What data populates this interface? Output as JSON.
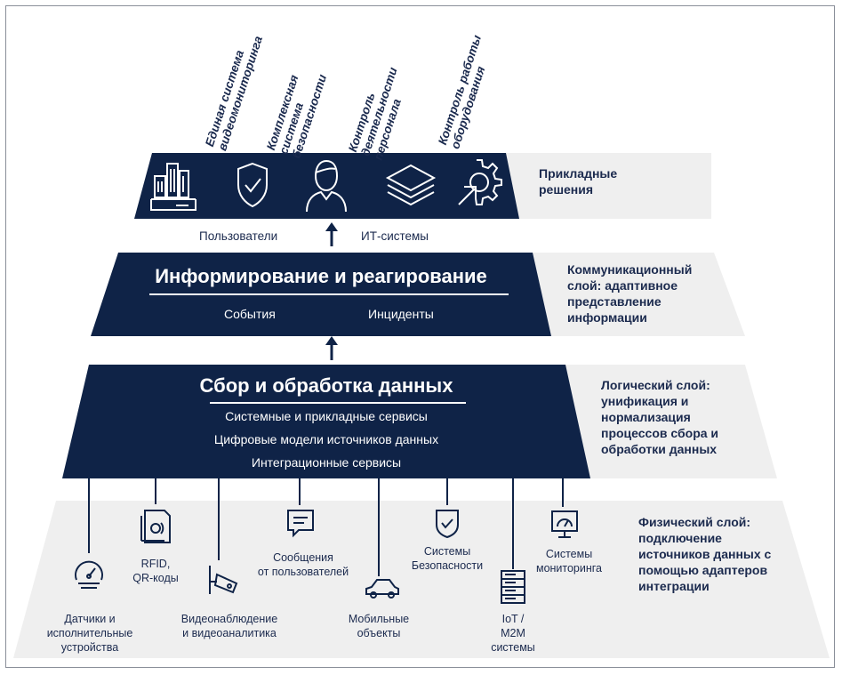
{
  "applications": [
    {
      "id": "video",
      "label": "Единая система\nвидеомониторинга"
    },
    {
      "id": "security",
      "label": "Комплексная\nсистема\nбезопасности"
    },
    {
      "id": "staff",
      "label": "Контроль\nдеятельности\nперсонала"
    },
    {
      "id": "equipment",
      "label": "Контроль работы\nоборудования"
    }
  ],
  "top_layer": {
    "side_label": "Прикладные\nрешения"
  },
  "flow_labels": {
    "left": "Пользователи",
    "right": "ИТ-системы"
  },
  "communication_layer": {
    "title": "Информирование и реагирование",
    "items": [
      "События",
      "Инциденты"
    ],
    "side_label": "Коммуникационный\nслой: адаптивное\nпредставление\nинформации"
  },
  "logic_layer": {
    "title": "Сбор и обработка данных",
    "lines": [
      "Системные и прикладные сервисы",
      "Цифровые модели источников данных",
      "Интеграционные сервисы"
    ],
    "side_label": "Логический слой:\nунификация и\nнормализация\nпроцессов сбора и\nобработки данных"
  },
  "physical_layer": {
    "side_label": "Физический слой:\nподключение\nисточников данных с\nпомощью адаптеров\nинтеграции",
    "sources": [
      {
        "id": "sensors",
        "label": "Датчики и\nисполнительные\nустройства",
        "icon": "gauge-icon"
      },
      {
        "id": "rfid",
        "label": "RFID,\nQR-коды",
        "icon": "rfid-card-icon"
      },
      {
        "id": "video",
        "label": "Видеонаблюдение\nи видеоаналитика",
        "icon": "camera-icon"
      },
      {
        "id": "messages",
        "label": "Сообщения\nот пользователей",
        "icon": "message-icon"
      },
      {
        "id": "mobile",
        "label": "Мобильные\nобъекты",
        "icon": "car-icon"
      },
      {
        "id": "security",
        "label": "Системы\nБезопасности",
        "icon": "shield-check-icon"
      },
      {
        "id": "iot",
        "label": "IoT /\nM2M\nсистемы",
        "icon": "server-icon"
      },
      {
        "id": "monitoring",
        "label": "Системы\nмониторинга",
        "icon": "monitor-gauge-icon"
      }
    ]
  },
  "colors": {
    "navy": "#0f2347",
    "band": "#efefef",
    "text": "#1b2a4e"
  }
}
